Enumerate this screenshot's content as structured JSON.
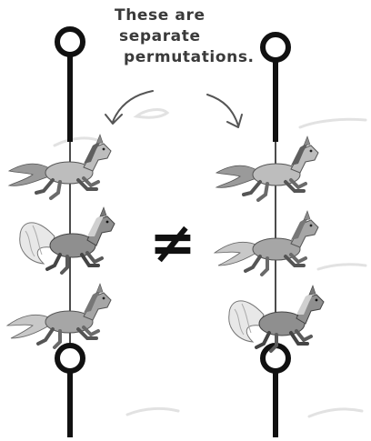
{
  "annotation": {
    "line1": "These are",
    "line2": "separate",
    "line3": "permutations."
  },
  "symbol": {
    "not_equal": "≠"
  },
  "colors": {
    "pole": "#111111",
    "horse_body": "#b3b3b3",
    "horse_dark": "#8c8c8c",
    "horse_mane": "#6e6e6e",
    "horse_light": "#e6e6e6",
    "arrow": "#555555",
    "background_swirl": "#e4e4e4"
  },
  "carousels": [
    {
      "name": "left",
      "horses": [
        "horse-a",
        "horse-b",
        "horse-c"
      ]
    },
    {
      "name": "right",
      "horses": [
        "horse-a",
        "horse-c",
        "horse-b"
      ]
    }
  ]
}
